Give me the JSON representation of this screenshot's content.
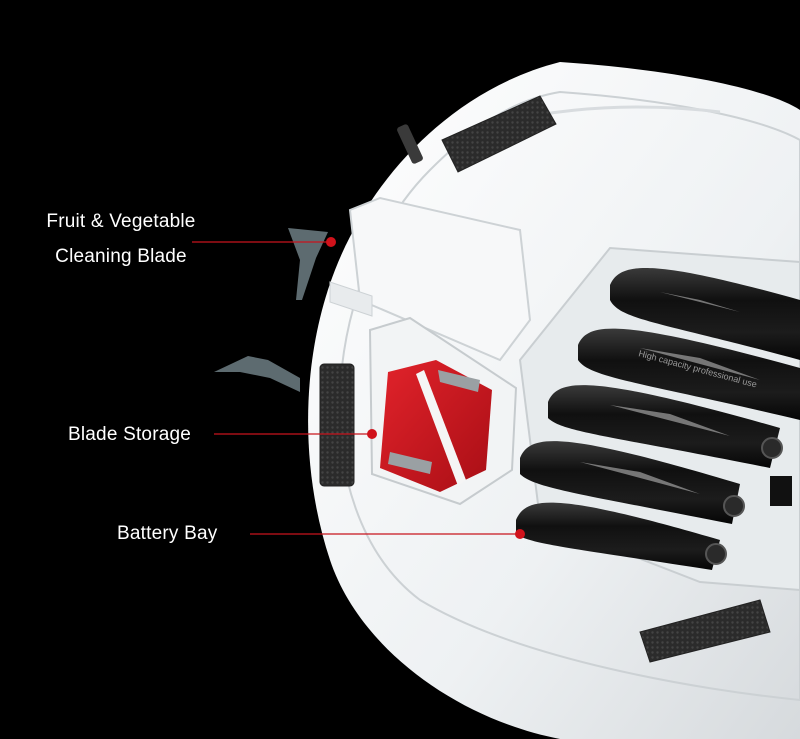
{
  "labels": {
    "fruit_blade_line1": "Fruit & Vegetable",
    "fruit_blade_line2": "Cleaning Blade",
    "blade_storage": "Blade Storage",
    "battery_bay": "Battery Bay"
  },
  "battery_print": "High capacity professional use",
  "colors": {
    "background": "#000000",
    "device_body": "#f4f6f7",
    "rubber_pad": "#2e2e2e",
    "blade_holder": "#c8141c",
    "battery": "#151515",
    "callout_line": "#c8141c",
    "label_text": "#ffffff"
  }
}
